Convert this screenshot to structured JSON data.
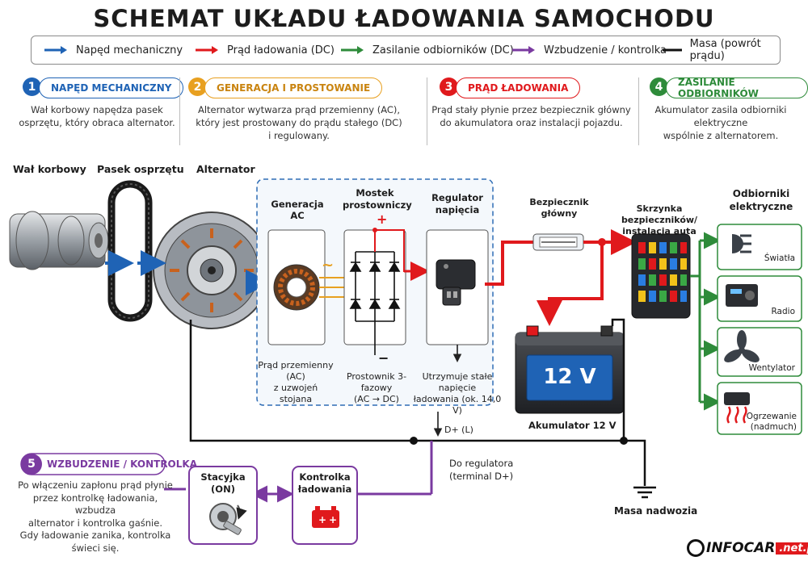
{
  "title": "SCHEMAT UKŁADU ŁADOWANIA SAMOCHODU",
  "legend": [
    {
      "label": "Napęd mechaniczny",
      "color": "#1f63b5"
    },
    {
      "label": "Prąd ładowania (DC)",
      "color": "#e0191c"
    },
    {
      "label": "Zasilanie odbiorników (DC)",
      "color": "#2e8b3a"
    },
    {
      "label": "Wzbudzenie / kontrolka",
      "color": "#7a3aa0"
    },
    {
      "label": "Masa (powrót prądu)",
      "color": "#111111"
    }
  ],
  "steps": [
    {
      "num": "1",
      "title": "NAPĘD MECHANICZNY",
      "color": "#1f63b5",
      "desc": [
        "Wał korbowy napędza pasek",
        "osprzętu, który obraca alternator."
      ]
    },
    {
      "num": "2",
      "title": "GENERACJA I PROSTOWANIE",
      "color": "#e8a020",
      "desc": [
        "Alternator wytwarza prąd przemienny (AC),",
        "który jest prostowany do prądu stałego (DC)",
        "i regulowany."
      ]
    },
    {
      "num": "3",
      "title": "PRĄD ŁADOWANIA",
      "color": "#e0191c",
      "desc": [
        "Prąd stały płynie przez bezpiecznik główny",
        "do akumulatora oraz instalacji pojazdu."
      ]
    },
    {
      "num": "4",
      "title": "ZASILANIE ODBIORNIKÓW",
      "color": "#2e8b3a",
      "desc": [
        "Akumulator zasila odbiorniki elektryczne",
        "wspólnie z alternatorem."
      ]
    }
  ],
  "step5": {
    "num": "5",
    "title": "WZBUDZENIE / KONTROLKA",
    "color": "#7a3aa0",
    "desc": [
      "Po włączeniu zapłonu prąd płynie",
      "przez kontrolkę ładowania, wzbudza",
      "alternator i kontrolka gaśnie.",
      "Gdy ładowanie zanika, kontrolka",
      "świeci się."
    ]
  },
  "components": {
    "crankshaft": "Wał korbowy",
    "belt": "Pasek osprzętu",
    "alternator": "Alternator",
    "ac_gen": "Generacja AC",
    "ac_gen_note": [
      "Prąd przemienny (AC)",
      "z uzwojeń stojana"
    ],
    "bridge": [
      "Mostek",
      "prostowniczy"
    ],
    "bridge_note": [
      "Prostownik 3-fazowy",
      "(AC → DC)"
    ],
    "regulator": [
      "Regulator",
      "napięcia"
    ],
    "regulator_note": [
      "Utrzymuje stałe napięcie",
      "ładowania (ok. 14,0 V)"
    ],
    "fuse": [
      "Bezpiecznik",
      "główny"
    ],
    "fusebox": [
      "Skrzynka bezpieczników/",
      "instalacja auta"
    ],
    "battery_label": "12 V",
    "battery": "Akumulator 12 V",
    "consumers_title": [
      "Odbiorniki",
      "elektryczne"
    ],
    "consumers": [
      [
        "Światła"
      ],
      [
        "Radio"
      ],
      [
        "Wentylator"
      ],
      [
        "Ogrzewanie",
        "(nadmuch)"
      ]
    ],
    "ignition": [
      "Stacyjka",
      "(ON)"
    ],
    "lamp": [
      "Kontrolka",
      "ładowania"
    ],
    "d_plus": "D+ (L)",
    "to_regulator": [
      "Do regulatora",
      "(terminal D+)"
    ],
    "ground": "Masa nadwozia",
    "plus": "+",
    "minus": "−",
    "tilde": "~"
  },
  "logo": {
    "main": "INFOCAR",
    "suffix": ".net.pl"
  }
}
